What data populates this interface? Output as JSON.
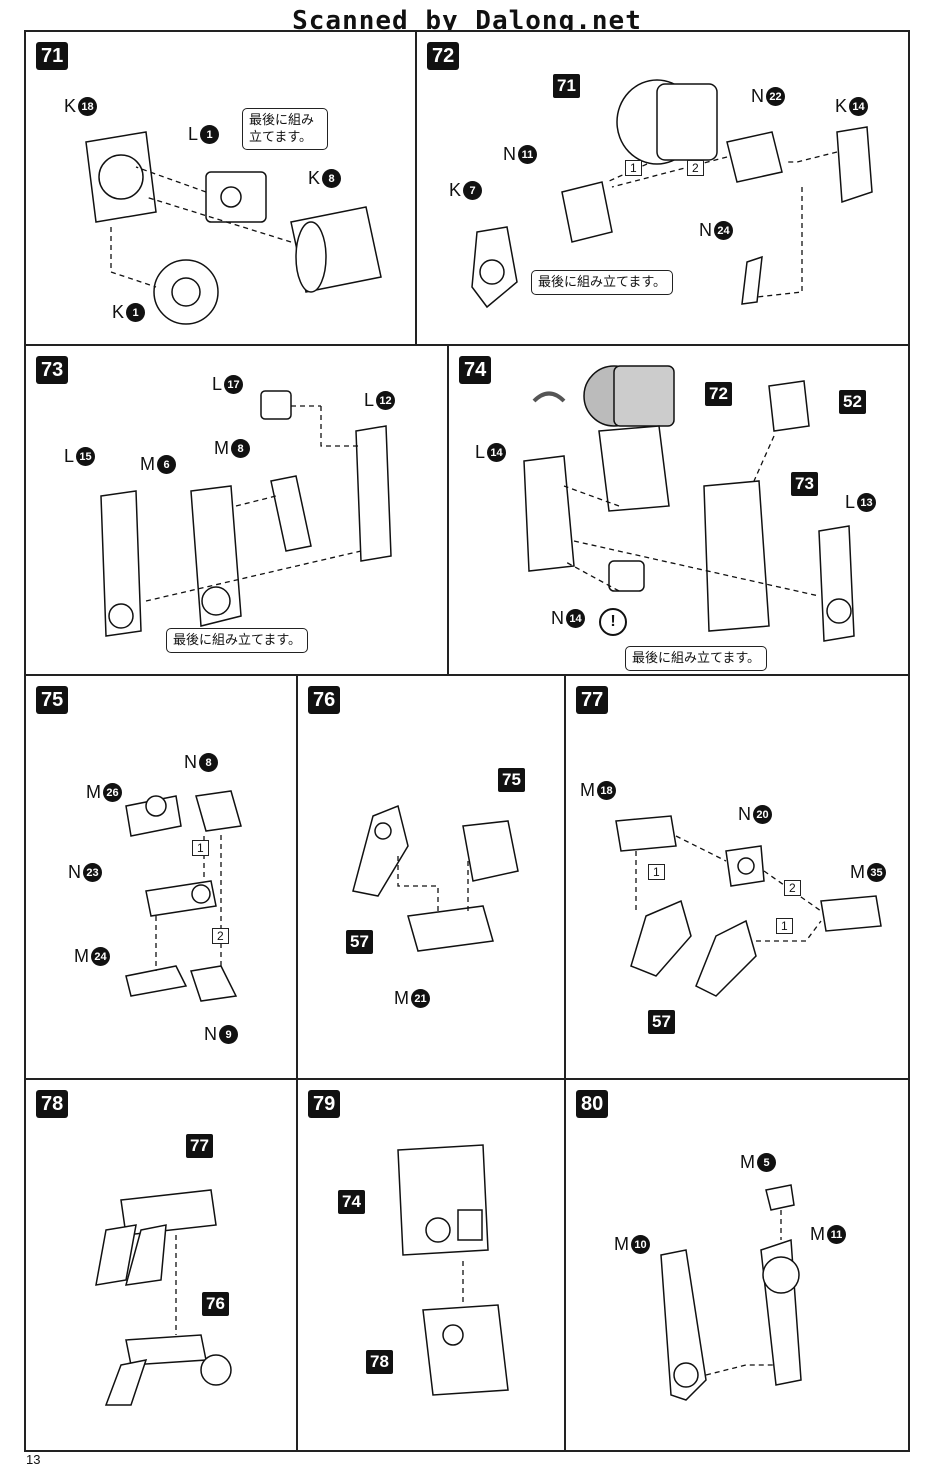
{
  "header": {
    "scan_credit": "Scanned by Dalong.net"
  },
  "page_number": "13",
  "steps": {
    "s71": {
      "num": "71",
      "note": "最後に組み立てます。",
      "labels": {
        "k18": [
          "K",
          "18"
        ],
        "l1": [
          "L",
          "1"
        ],
        "k8": [
          "K",
          "8"
        ],
        "k1": [
          "K",
          "1"
        ]
      }
    },
    "s72": {
      "num": "72",
      "note": "最後に組み立てます。",
      "ref": "71",
      "seq1": "1",
      "seq2": "2",
      "labels": {
        "n22": [
          "N",
          "22"
        ],
        "k14": [
          "K",
          "14"
        ],
        "n11": [
          "N",
          "11"
        ],
        "k7": [
          "K",
          "7"
        ],
        "n24": [
          "N",
          "24"
        ]
      }
    },
    "s73": {
      "num": "73",
      "note": "最後に組み立てます。",
      "labels": {
        "l17": [
          "L",
          "17"
        ],
        "l12": [
          "L",
          "12"
        ],
        "l15": [
          "L",
          "15"
        ],
        "m6": [
          "M",
          "6"
        ],
        "m8": [
          "M",
          "8"
        ]
      }
    },
    "s74": {
      "num": "74",
      "note": "最後に組み立てます。",
      "ref72": "72",
      "ref52": "52",
      "ref73": "73",
      "excl": "!",
      "labels": {
        "l14": [
          "L",
          "14"
        ],
        "l13": [
          "L",
          "13"
        ],
        "n14": [
          "N",
          "14"
        ]
      }
    },
    "s75": {
      "num": "75",
      "seq1": "1",
      "seq2": "2",
      "labels": {
        "n8": [
          "N",
          "8"
        ],
        "m26": [
          "M",
          "26"
        ],
        "n23": [
          "N",
          "23"
        ],
        "m24": [
          "M",
          "24"
        ],
        "n9": [
          "N",
          "9"
        ]
      }
    },
    "s76": {
      "num": "76",
      "ref75": "75",
      "ref57": "57",
      "labels": {
        "m21": [
          "M",
          "21"
        ]
      }
    },
    "s77": {
      "num": "77",
      "ref57": "57",
      "seq1a": "1",
      "seq2": "2",
      "seq1b": "1",
      "labels": {
        "m18": [
          "M",
          "18"
        ],
        "n20": [
          "N",
          "20"
        ],
        "m35": [
          "M",
          "35"
        ]
      }
    },
    "s78": {
      "num": "78",
      "ref77": "77",
      "ref76": "76"
    },
    "s79": {
      "num": "79",
      "ref74": "74",
      "ref78": "78"
    },
    "s80": {
      "num": "80",
      "labels": {
        "m5": [
          "M",
          "5"
        ],
        "m10": [
          "M",
          "10"
        ],
        "m11": [
          "M",
          "11"
        ]
      }
    }
  }
}
